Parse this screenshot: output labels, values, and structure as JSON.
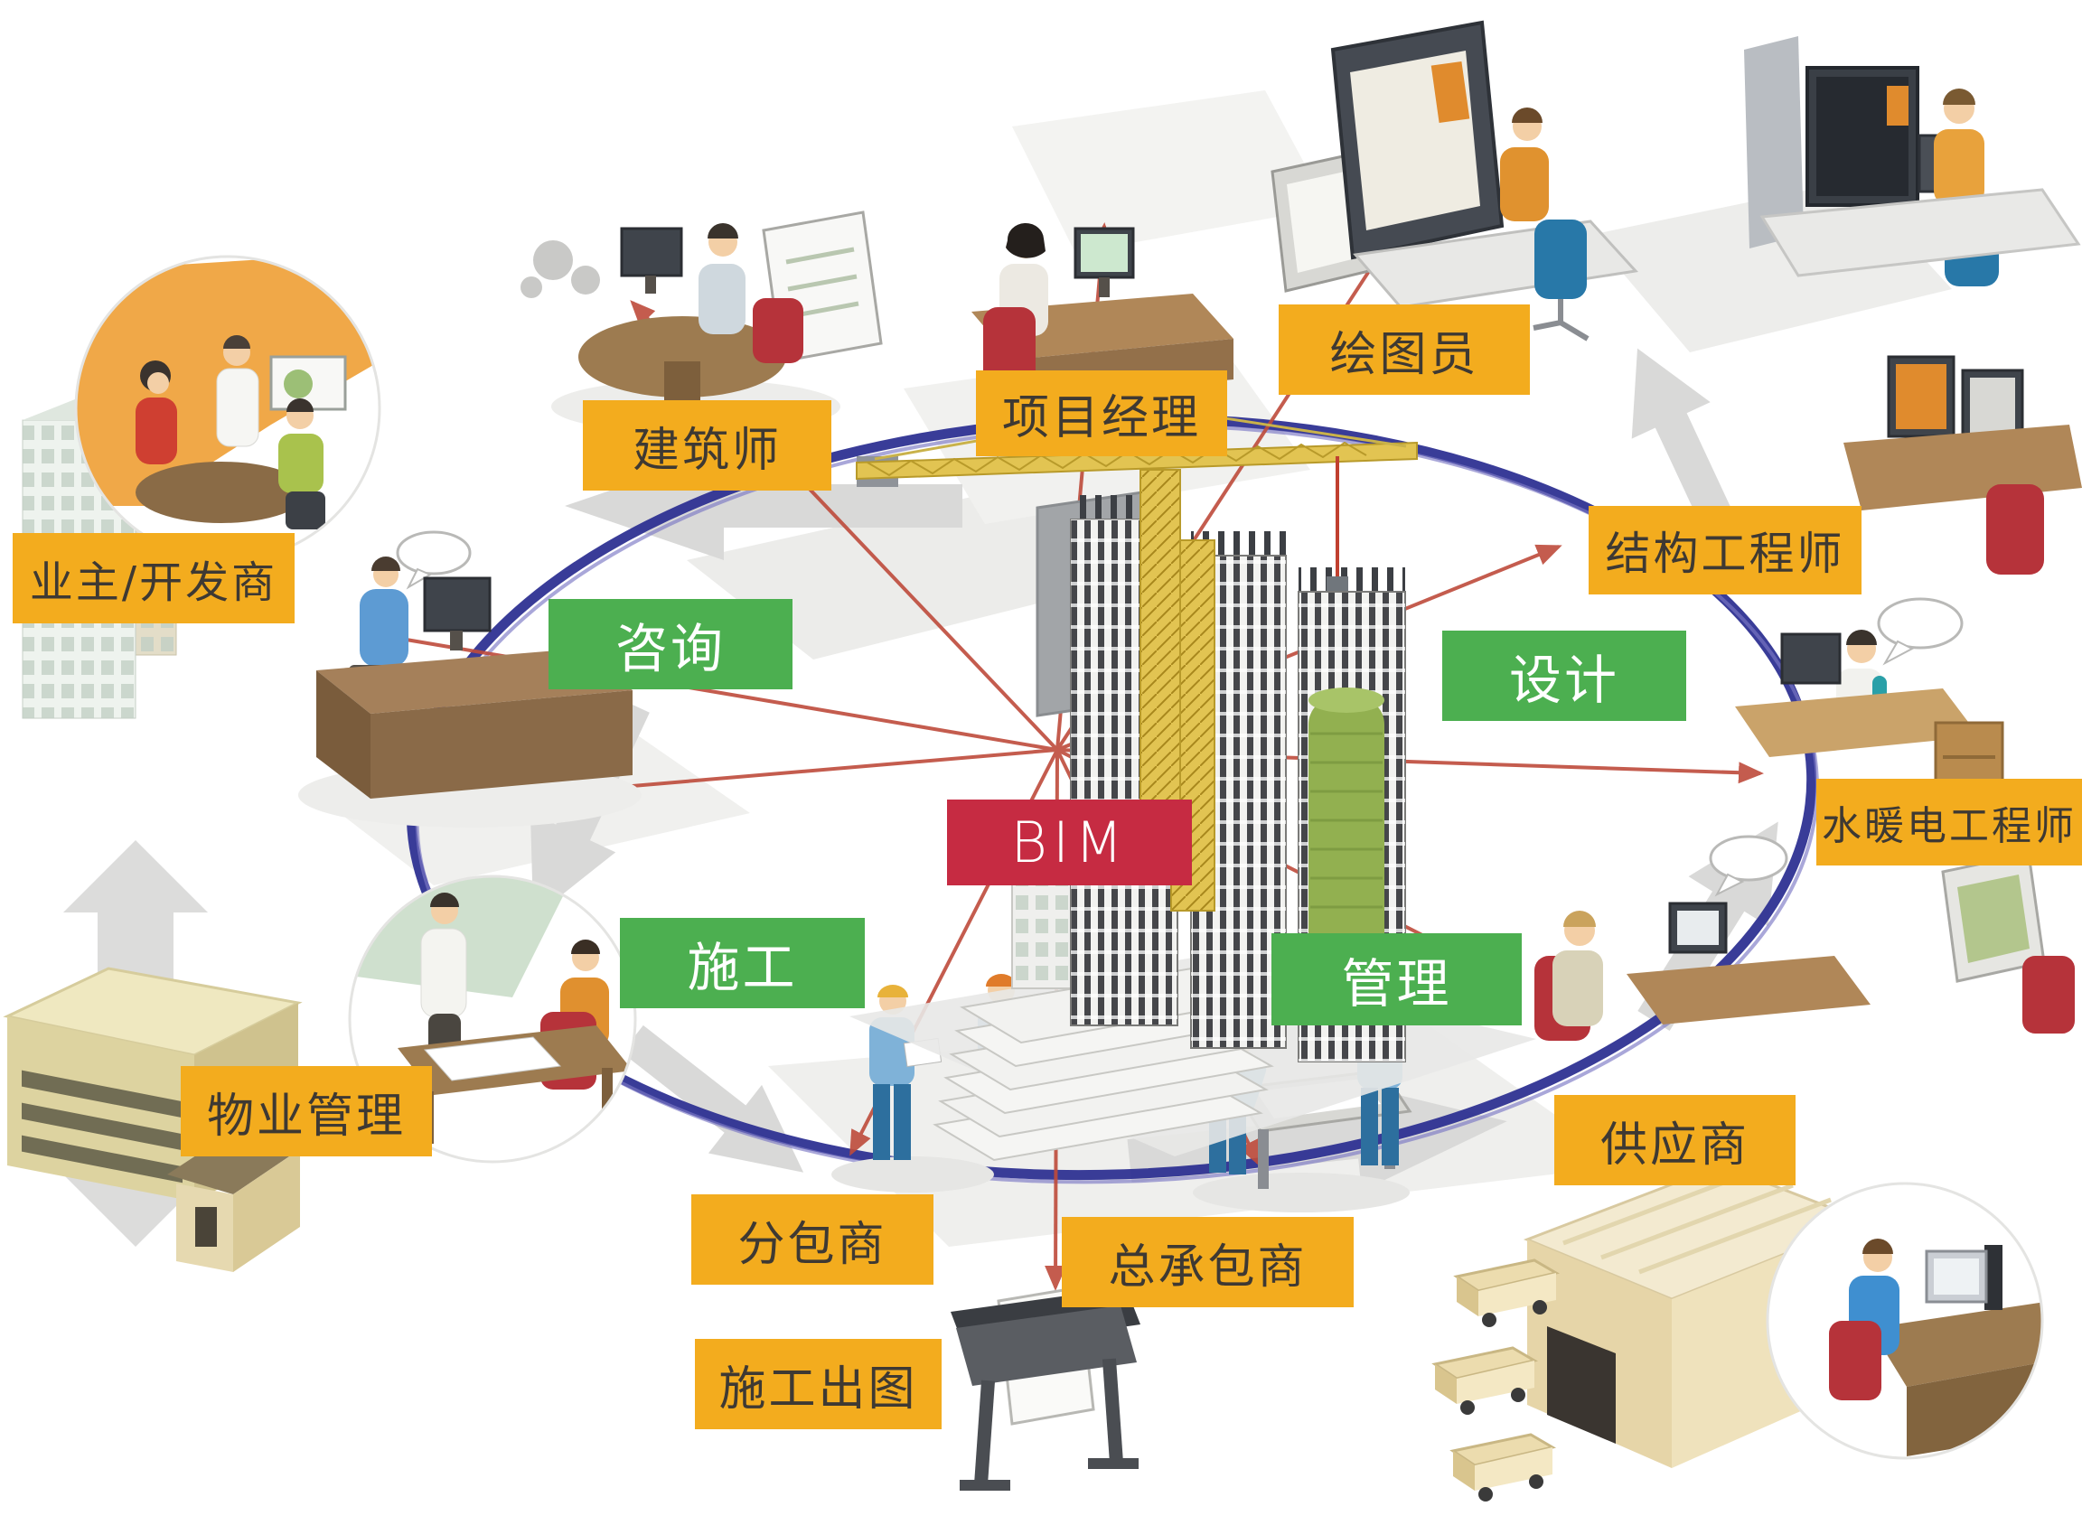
{
  "diagram": {
    "center": {
      "label": "BIM"
    },
    "phases": [
      {
        "id": "consulting",
        "label": "咨询"
      },
      {
        "id": "design",
        "label": "设计"
      },
      {
        "id": "construction",
        "label": "施工"
      },
      {
        "id": "management",
        "label": "管理"
      }
    ],
    "stakeholders": [
      {
        "id": "owner-developer",
        "label": "业主/开发商"
      },
      {
        "id": "architect",
        "label": "建筑师"
      },
      {
        "id": "project-manager",
        "label": "项目经理"
      },
      {
        "id": "draftsman",
        "label": "绘图员"
      },
      {
        "id": "structural-engineer",
        "label": "结构工程师"
      },
      {
        "id": "mep-engineer",
        "label": "水暖电工程师"
      },
      {
        "id": "property-management",
        "label": "物业管理"
      },
      {
        "id": "subcontractor",
        "label": "分包商"
      },
      {
        "id": "general-contractor",
        "label": "总承包商"
      },
      {
        "id": "supplier",
        "label": "供应商"
      },
      {
        "id": "construction-drawing-output",
        "label": "施工出图"
      }
    ],
    "colors": {
      "stakeholder_label_bg": "#F3AC1E",
      "phase_label_bg": "#4CAF50",
      "center_label_bg": "#C62B42",
      "label_text": "#3E3933",
      "phase_text": "#FFFFFF",
      "ring_blue": "#2E3192",
      "connector_red": "#BE4B3B"
    },
    "illustrations": [
      "meeting-room-inset",
      "skyscraper",
      "owner-desk",
      "architect-desk",
      "project-manager-desk",
      "draftsman-workstation",
      "top-right-workstation",
      "structural-engineer-desk",
      "mep-engineer-desk",
      "management-desk",
      "construction-workers",
      "plotter",
      "warehouse",
      "trucks",
      "supplier-office-inset",
      "property-management-inset",
      "lowrise-building",
      "bim-model-with-crane",
      "cycle-arrows",
      "collaboration-ring"
    ]
  }
}
